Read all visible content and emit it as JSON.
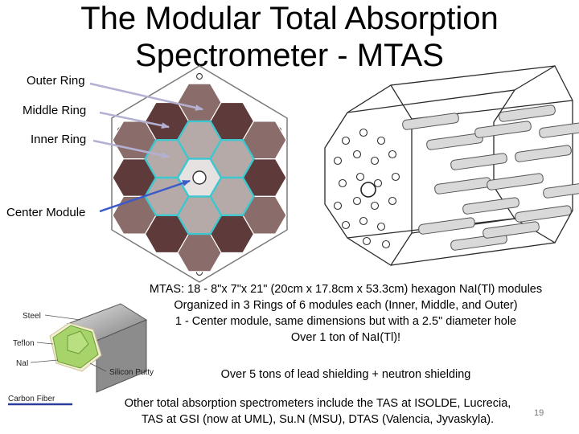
{
  "slide": {
    "title_line1": "The Modular Total Absorption",
    "title_line2": "Spectrometer - MTAS",
    "slide_number": "19"
  },
  "callouts": {
    "outer_ring": "Outer Ring",
    "middle_ring": "Middle Ring",
    "inner_ring": "Inner Ring",
    "center_module": "Center Module"
  },
  "description": {
    "line1": "MTAS: 18 - 8\"x 7\"x 21\" (20cm x 17.8cm x 53.3cm) hexagon NaI(Tl) modules",
    "line2": "Organized in 3 Rings of 6 modules each (Inner, Middle, and Outer)",
    "line3": "1 - Center module, same dimensions but with a 2.5\" diameter hole",
    "line4": "Over 1 ton of NaI(Tl)!"
  },
  "shielding": "Over 5 tons of lead shielding + neutron shielding",
  "other": {
    "line1": "Other total absorption spectrometers include the TAS at ISOLDE, Lucrecia,",
    "line2": "TAS at GSI (now at UML), Su.N (MSU), DTAS (Valencia, Jyvaskyla)."
  },
  "module_labels": {
    "steel": "Steel",
    "teflon": "Teflon",
    "nai": "NaI",
    "silicon_putty": "Silicon Putty",
    "carbon_fiber": "Carbon Fiber"
  },
  "colors": {
    "outer_ring": "#5e3a3a",
    "middle_ring": "#8a6c6a",
    "inner_ring": "#b6aaa8",
    "center": "#e6e2e2",
    "ring_outline": "#3ec7cf",
    "arrow": "#b4b0d2",
    "center_arrow": "#3c5ac8",
    "carbon_fiber_line": "#2a3c9c",
    "nai_crystal": "#a6d46a"
  }
}
